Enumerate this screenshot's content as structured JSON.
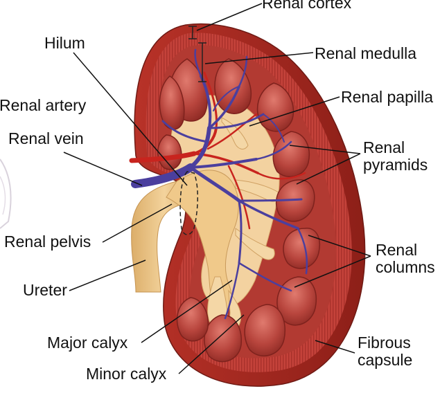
{
  "labels": {
    "renal_cortex": "Renal cortex",
    "hilum": "Hilum",
    "renal_medulla": "Renal medulla",
    "renal_artery": "Renal artery",
    "renal_papilla": "Renal papilla",
    "renal_vein": "Renal vein",
    "renal_pyramids_1": "Renal",
    "renal_pyramids_2": "pyramids",
    "renal_pelvis": "Renal pelvis",
    "renal_columns_1": "Renal",
    "renal_columns_2": "columns",
    "ureter": "Ureter",
    "major_calyx": "Major calyx",
    "fibrous_capsule_1": "Fibrous",
    "fibrous_capsule_2": "capsule",
    "minor_calyx": "Minor calyx"
  },
  "colors": {
    "capsule": "#a8281e",
    "cortex": "#c4423a",
    "pyramid": "#b8453d",
    "sinus_fat": "#f3d2a0",
    "pelvis": "#f0c98a",
    "vein": "#4b3f9e",
    "artery": "#c8241e"
  }
}
